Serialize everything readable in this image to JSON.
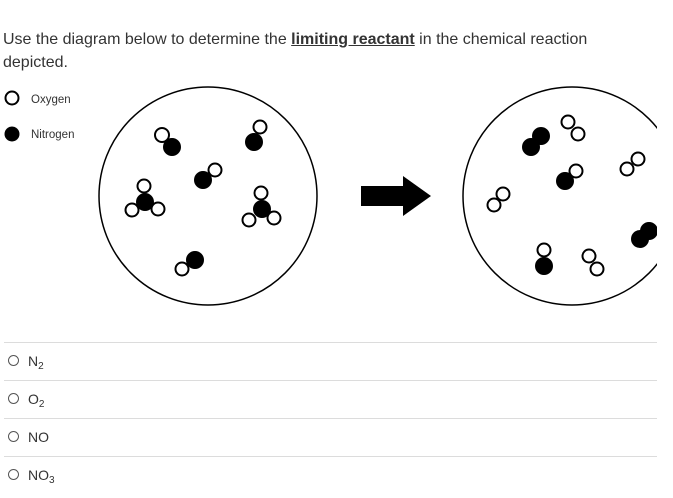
{
  "question": {
    "prefix": "Use the diagram below to determine the ",
    "key_phrase": "limiting reactant",
    "suffix": " in the chemical reaction depicted."
  },
  "legend": {
    "oxygen_label": "Oxygen",
    "nitrogen_label": "Nitrogen"
  },
  "choices": [
    {
      "base": "N",
      "sub": "2",
      "suffix": ""
    },
    {
      "base": "O",
      "sub": "2",
      "suffix": ""
    },
    {
      "base": "NO",
      "sub": "",
      "suffix": ""
    },
    {
      "base": "NO",
      "sub": "3",
      "suffix": ""
    }
  ]
}
